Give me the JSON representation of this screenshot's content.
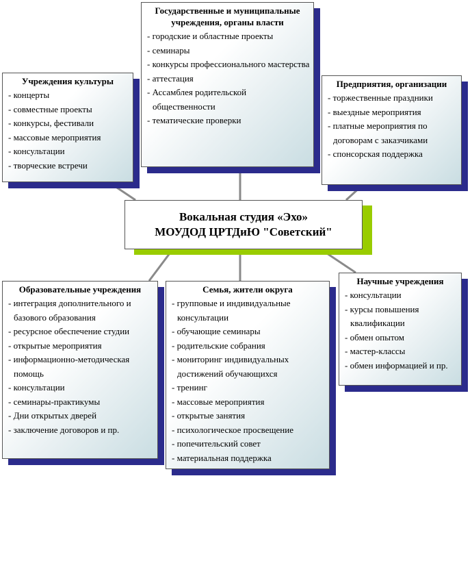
{
  "center": {
    "line1": "Вокальная студия «Эхо»",
    "line2": "МОУДОД ЦРТДиЮ \"Советский\""
  },
  "nodes": {
    "government": {
      "title": "Государственные и муниципальные учреждения, органы власти",
      "items": [
        "городские и областные проекты",
        "семинары",
        "конкурсы профессионального мастерства",
        "аттестация",
        "Ассамблея родительской общественности",
        "тематические проверки"
      ]
    },
    "culture": {
      "title": "Учреждения культуры",
      "items": [
        "концерты",
        "совместные проекты",
        "конкурсы, фестивали",
        "массовые мероприятия",
        "консультации",
        "творческие встречи"
      ]
    },
    "enterprises": {
      "title": "Предприятия, организации",
      "items": [
        "торжественные праздники",
        "выездные мероприятия",
        "платные мероприятия по договорам с заказчиками",
        "спонсорская поддержка"
      ]
    },
    "education": {
      "title": "Образовательные учреждения",
      "items": [
        "интеграция дополнительного и базового образования",
        "ресурсное обеспечение студии",
        "открытые мероприятия",
        "информационно-методическая помощь",
        "консультации",
        "семинары-практикумы",
        "Дни открытых дверей",
        "заключение договоров и пр."
      ]
    },
    "family": {
      "title": "Семья, жители округа",
      "items": [
        "групповые и индивидуальные консультации",
        "обучающие семинары",
        "родительские собрания",
        "мониторинг индивидуальных достижений обучающихся",
        "тренинг",
        "массовые мероприятия",
        "открытые занятия",
        "психологическое просвещение",
        "попечительский совет",
        "материальная поддержка"
      ]
    },
    "science": {
      "title": "Научные учреждения",
      "items": [
        "консультации",
        "курсы повышения квалификации",
        "обмен опытом",
        "мастер-классы",
        "обмен информацией и пр."
      ]
    }
  },
  "colors": {
    "shadow": "#2b2b8c",
    "center_shadow": "#99cc00",
    "connector": "#8a8a8a"
  }
}
